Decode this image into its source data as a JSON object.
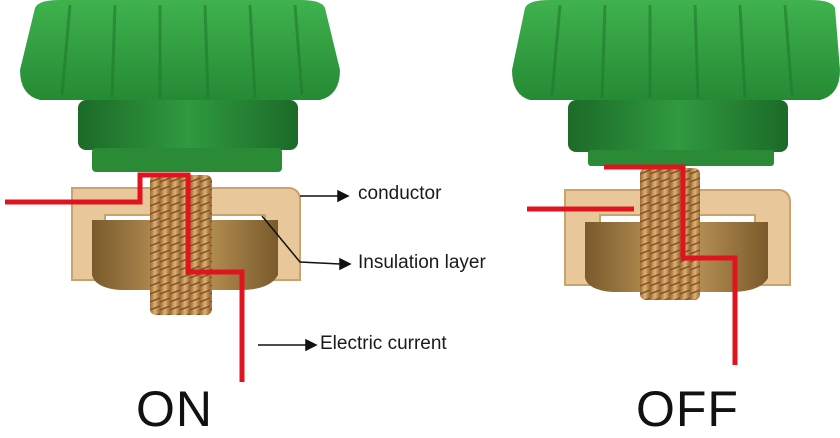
{
  "labels": {
    "conductor": "conductor",
    "insulation": "Insulation layer",
    "current": "Electric current"
  },
  "states": {
    "on": "ON",
    "off": "OFF"
  },
  "colors": {
    "knob_green": "#2e9a3e",
    "knob_dark": "#1f6f2b",
    "brass": "#b08a4e",
    "insulation": "#e8c79a",
    "current_wire": "#e0141e"
  }
}
